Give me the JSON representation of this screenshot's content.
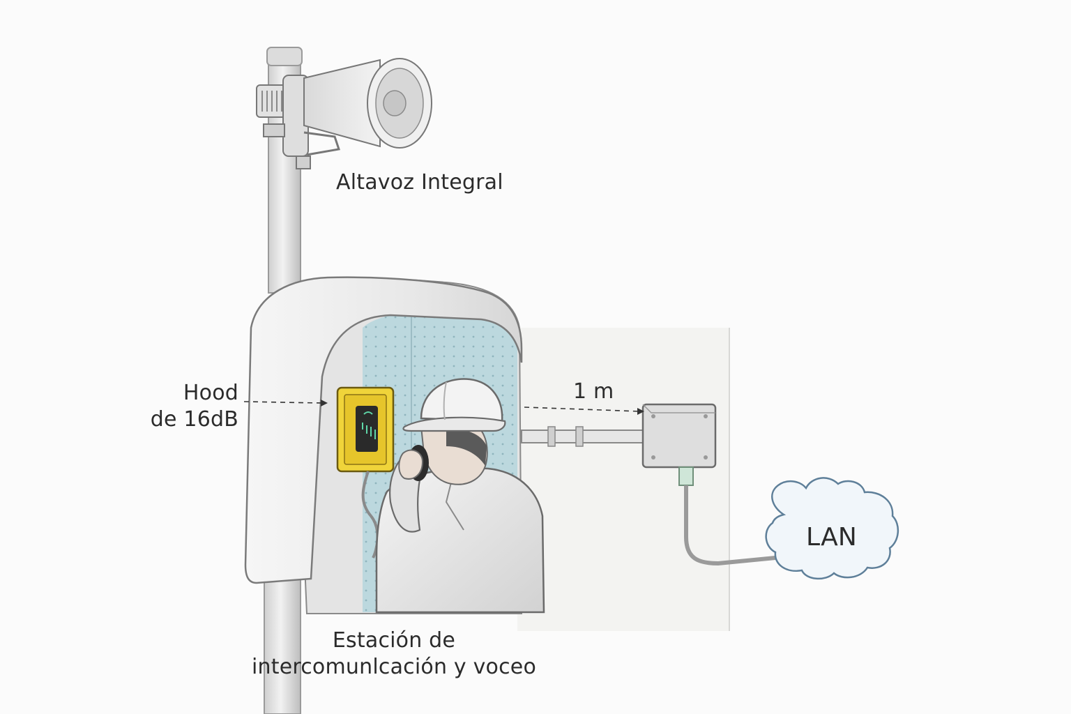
{
  "labels": {
    "speaker": "Altavoz Integral",
    "hood_line1": "Hood",
    "hood_line2": "de 16dB",
    "distance": "1 m",
    "network": "LAN",
    "station_line1": "Estación de",
    "station_line2": "intercomunlcación y voceo"
  },
  "colors": {
    "hood_shell": "#eeeeee",
    "hood_interior": "#bcd8de",
    "phone_yellow": "#f0d43a",
    "phone_screen": "#2a2a2a",
    "wall": "#f3f3f1",
    "cloud_fill": "#f1f6fa",
    "cloud_stroke": "#5e7f99",
    "outline": "#555555"
  },
  "icons": {
    "speaker": "horn-speaker-icon",
    "hood": "acoustic-hood",
    "phone": "intercom-phone-icon",
    "worker": "worker-with-hardhat",
    "junction": "junction-box-icon",
    "network": "cloud-icon"
  }
}
